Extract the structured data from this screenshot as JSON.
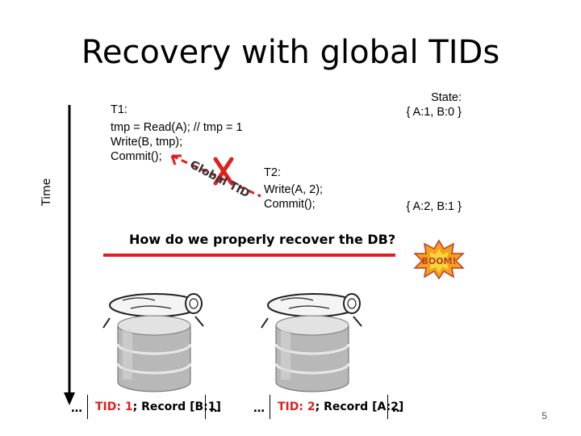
{
  "title": "Recovery with global TIDs",
  "state": {
    "label": "State:",
    "before": "{ A:1, B:0 }",
    "after": "{ A:2, B:1 }"
  },
  "t1": {
    "label": "T1:",
    "lines": [
      "tmp = Read(A); // tmp = 1",
      "Write(B, tmp);",
      "Commit();"
    ]
  },
  "t2": {
    "label": "T2:",
    "lines": [
      "Write(A, 2);",
      "Commit();"
    ]
  },
  "global_tid_label": "Global TID",
  "question": "How do we properly recover the DB?",
  "time_axis_label": "Time",
  "logs": [
    {
      "before": "…",
      "tid": "TID: 1",
      "record": "Record [B:1]",
      "after": "…"
    },
    {
      "before": "…",
      "tid": "TID: 2",
      "record": "Record [A:2]",
      "after": "…"
    }
  ],
  "boom_label": "BOOM!",
  "page_number": "5",
  "colors": {
    "accent": "#e02020",
    "line": "#000000"
  }
}
